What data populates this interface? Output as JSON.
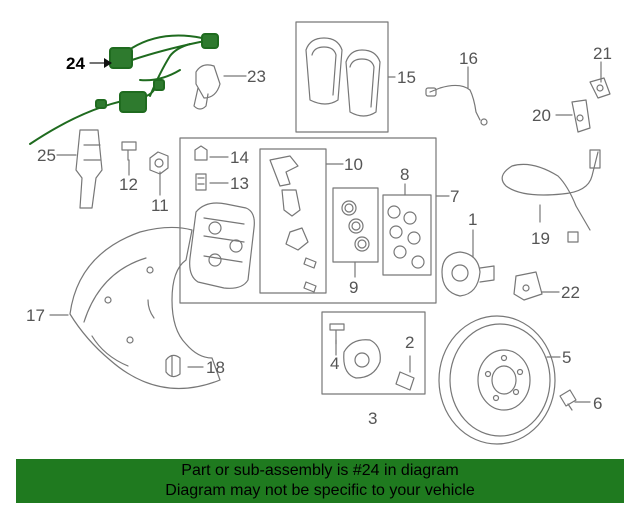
{
  "callouts": {
    "c1": "1",
    "c2": "2",
    "c3": "3",
    "c4": "4",
    "c5": "5",
    "c6": "6",
    "c7": "7",
    "c8": "8",
    "c9": "9",
    "c10": "10",
    "c11": "11",
    "c12": "12",
    "c13": "13",
    "c14": "14",
    "c15": "15",
    "c16": "16",
    "c17": "17",
    "c18": "18",
    "c19": "19",
    "c20": "20",
    "c21": "21",
    "c22": "22",
    "c23": "23",
    "c24": "24",
    "c25": "25"
  },
  "highlighted_part": "24",
  "banner": {
    "line1": "Part or sub-assembly is #24 in diagram",
    "line2": "Diagram may not be specific to your vehicle"
  },
  "colors": {
    "banner_bg": "#1f7a1f",
    "highlight_part": "#1f6b1f",
    "line_art": "#777777"
  }
}
